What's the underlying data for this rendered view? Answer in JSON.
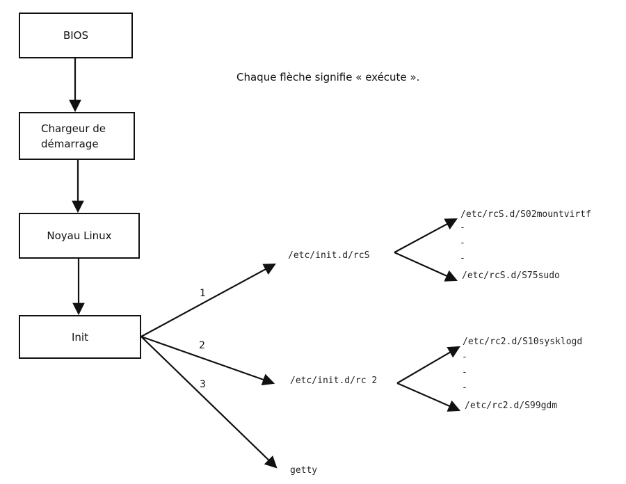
{
  "note": "Chaque flèche signifie « exécute ».",
  "boxes": {
    "bios": "BIOS",
    "bootloader_line1": "Chargeur de",
    "bootloader_line2": "démarrage",
    "kernel": "Noyau Linux",
    "init": "Init"
  },
  "branches": {
    "label_1": "1",
    "label_2": "2",
    "label_3": "3",
    "rcs": "/etc/init.d/rcS",
    "rc2": "/etc/init.d/rc 2",
    "getty": "getty"
  },
  "rcs_scripts": {
    "first": "/etc/rcS.d/S02mountvirtf",
    "last": "/etc/rcS.d/S75sudo",
    "dash": "-"
  },
  "rc2_scripts": {
    "first": "/etc/rc2.d/S10sysklogd",
    "last": "/etc/rc2.d/S99gdm",
    "dash": "-"
  }
}
